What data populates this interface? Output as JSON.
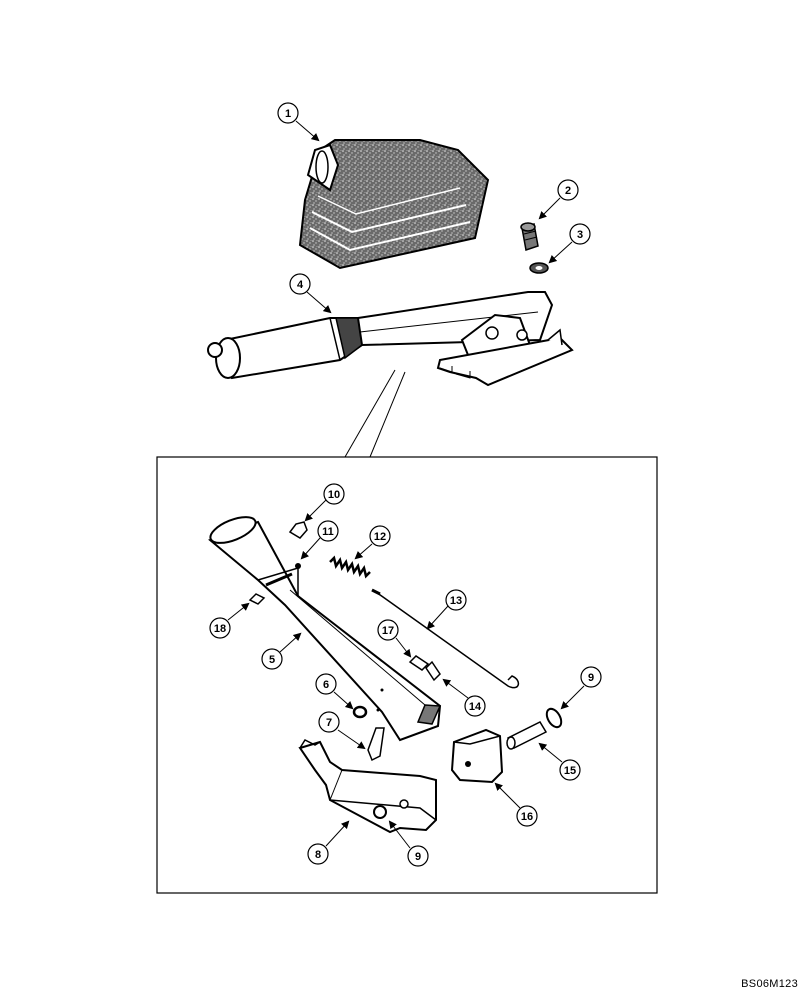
{
  "drawing": {
    "reference_code": "BS06M123"
  },
  "callouts": [
    {
      "id": "c1",
      "label": "1"
    },
    {
      "id": "c2",
      "label": "2"
    },
    {
      "id": "c3",
      "label": "3"
    },
    {
      "id": "c4",
      "label": "4"
    },
    {
      "id": "c5",
      "label": "5"
    },
    {
      "id": "c6",
      "label": "6"
    },
    {
      "id": "c7",
      "label": "7"
    },
    {
      "id": "c8",
      "label": "8"
    },
    {
      "id": "c9a",
      "label": "9"
    },
    {
      "id": "c9b",
      "label": "9"
    },
    {
      "id": "c10",
      "label": "10"
    },
    {
      "id": "c11",
      "label": "11"
    },
    {
      "id": "c12",
      "label": "12"
    },
    {
      "id": "c13",
      "label": "13"
    },
    {
      "id": "c14",
      "label": "14"
    },
    {
      "id": "c15",
      "label": "15"
    },
    {
      "id": "c16",
      "label": "16"
    },
    {
      "id": "c17",
      "label": "17"
    },
    {
      "id": "c18",
      "label": "18"
    }
  ]
}
